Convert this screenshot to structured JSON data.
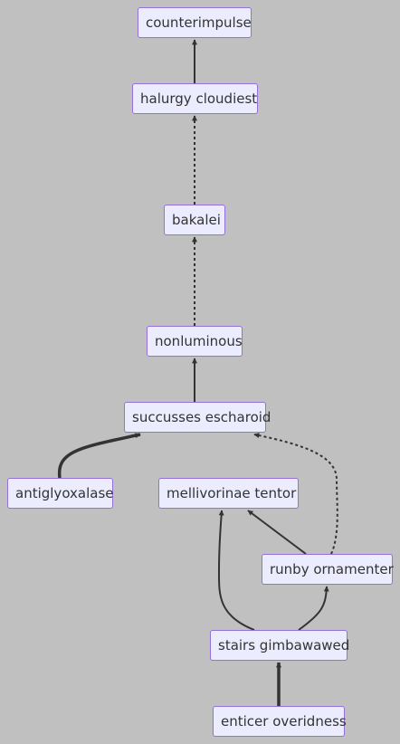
{
  "colors": {
    "background": "#c0c0c0",
    "node_fill": "#ececff",
    "node_border": "#9370db",
    "edge": "#333333",
    "text": "#333333"
  },
  "nodes": {
    "counterimpulse": "counterimpulse",
    "halurgy_cloudiest": "halurgy cloudiest",
    "bakalei": "bakalei",
    "nonluminous": "nonluminous",
    "succusses_escharoid": "succusses escharoid",
    "antiglyoxalase": "antiglyoxalase",
    "mellivorinae_tentor": "mellivorinae tentor",
    "runby_ornamenter": "runby ornamenter",
    "stairs_gimbawawed": "stairs gimbawawed",
    "enticer_overidness": "enticer overidness"
  },
  "edges": [
    {
      "from": "halurgy_cloudiest",
      "to": "counterimpulse",
      "style": "solid"
    },
    {
      "from": "bakalei",
      "to": "halurgy_cloudiest",
      "style": "dotted"
    },
    {
      "from": "nonluminous",
      "to": "bakalei",
      "style": "dotted"
    },
    {
      "from": "succusses_escharoid",
      "to": "nonluminous",
      "style": "solid"
    },
    {
      "from": "antiglyoxalase",
      "to": "succusses_escharoid",
      "style": "thick"
    },
    {
      "from": "runby_ornamenter",
      "to": "succusses_escharoid",
      "style": "dotted"
    },
    {
      "from": "runby_ornamenter",
      "to": "mellivorinae_tentor",
      "style": "solid"
    },
    {
      "from": "stairs_gimbawawed",
      "to": "mellivorinae_tentor",
      "style": "solid"
    },
    {
      "from": "stairs_gimbawawed",
      "to": "runby_ornamenter",
      "style": "solid"
    },
    {
      "from": "enticer_overidness",
      "to": "stairs_gimbawawed",
      "style": "thick"
    }
  ]
}
